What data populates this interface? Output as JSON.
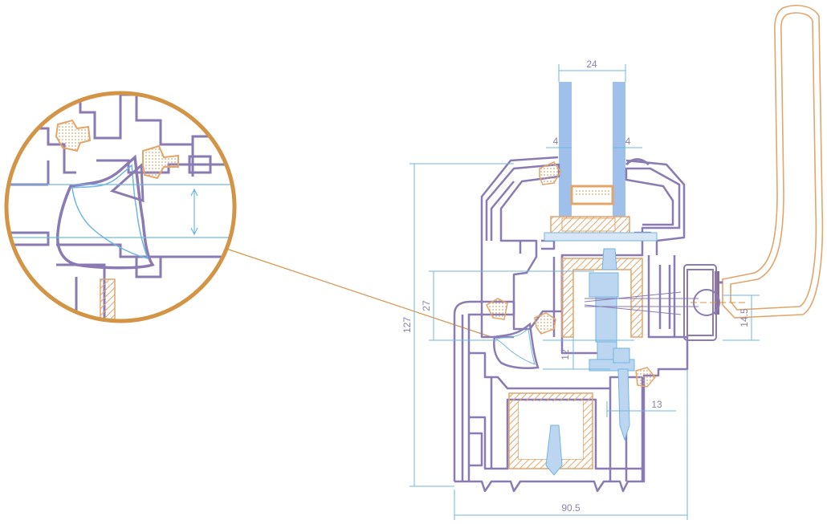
{
  "dimensions": {
    "glass_thickness": "24",
    "left_pane": "4",
    "right_pane": "4",
    "overall_height": "127",
    "sash_overlap": "27",
    "rebate": "12",
    "hardware_offset": "13",
    "handle_height": "14.5",
    "frame_depth": "90.5"
  },
  "colors": {
    "profile": "#8a7bb3",
    "profile_fill": "#ece8f4",
    "dimension": "#6fb6e0",
    "gasket": "#e2a56a",
    "glass": "#9fc0ea",
    "callout": "#d39545",
    "steel": "#e2a56a",
    "text": "#8a84a8"
  }
}
